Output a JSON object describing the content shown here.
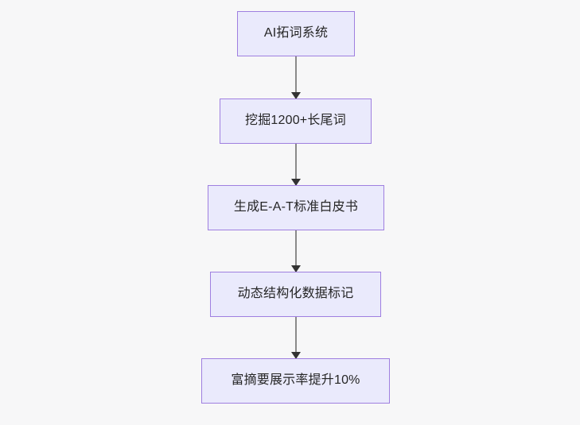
{
  "diagram": {
    "type": "flowchart",
    "direction": "top-to-bottom",
    "background_color": "#f7f7f8",
    "node_fill_color": "#eaeafc",
    "node_border_color": "#9f7fe0",
    "node_text_color": "#262626",
    "edge_color": "#8a8a8a",
    "arrowhead_color": "#333333",
    "nodes": [
      {
        "id": "node-0",
        "label": "AI拓词系统"
      },
      {
        "id": "node-1",
        "label": "挖掘1200+长尾词"
      },
      {
        "id": "node-2",
        "label": "生成E-A-T标准白皮书"
      },
      {
        "id": "node-3",
        "label": "动态结构化数据标记"
      },
      {
        "id": "node-4",
        "label": "富摘要展示率提升10%"
      }
    ],
    "edges": [
      {
        "id": "edge-0",
        "from": "node-0",
        "to": "node-1",
        "arrow": "arrow-down-icon"
      },
      {
        "id": "edge-1",
        "from": "node-1",
        "to": "node-2",
        "arrow": "arrow-down-icon"
      },
      {
        "id": "edge-2",
        "from": "node-2",
        "to": "node-3",
        "arrow": "arrow-down-icon"
      },
      {
        "id": "edge-3",
        "from": "node-3",
        "to": "node-4",
        "arrow": "arrow-down-icon"
      }
    ]
  }
}
